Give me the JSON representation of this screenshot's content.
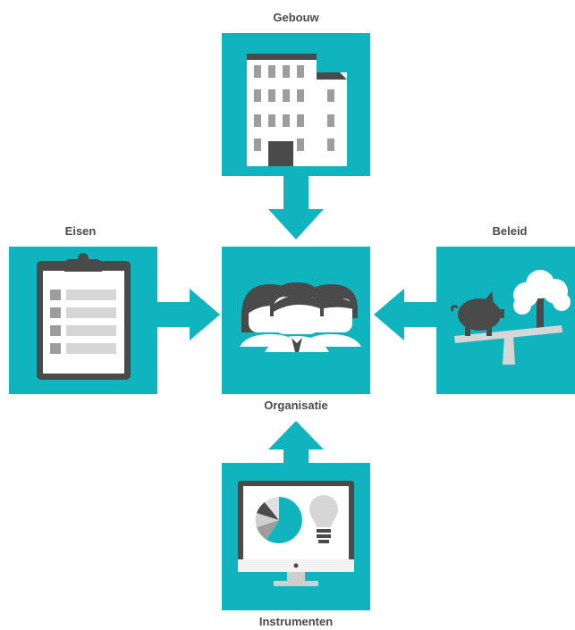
{
  "diagram": {
    "nodes": {
      "top": {
        "label": "Gebouw",
        "icon": "office-building-icon"
      },
      "left": {
        "label": "Eisen",
        "icon": "clipboard-checklist-icon"
      },
      "center": {
        "label": "Organisatie",
        "icon": "people-group-icon"
      },
      "right": {
        "label": "Beleid",
        "icon": "piggybank-seesaw-tree-icon"
      },
      "bottom": {
        "label": "Instrumenten",
        "icon": "monitor-chart-lightbulb-icon"
      }
    },
    "colors": {
      "tile": "#0fb4be",
      "label": "#4a4a4a",
      "icon_dark": "#4a4a4a",
      "icon_light": "#cfcfcf",
      "white": "#ffffff"
    }
  }
}
